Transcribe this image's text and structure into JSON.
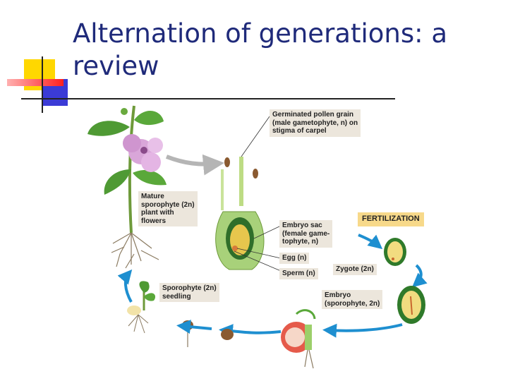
{
  "title": {
    "line1": "Alternation of generations: a",
    "line2": "review"
  },
  "labels": {
    "pollen": [
      "Germinated pollen grain",
      "(male gametophyte, n) on",
      "stigma of carpel"
    ],
    "mature": [
      "Mature",
      "sporophyte (2n)",
      "plant with",
      "flowers"
    ],
    "embryo_sac": [
      "Embryo sac",
      "(female game-",
      "tophyte, n)"
    ],
    "egg": "Egg (n)",
    "sperm": "Sperm (n)",
    "fertilization": "FERTILIZATION",
    "zygote": "Zygote (2n)",
    "embryo": [
      "Embryo",
      "(sporophyte, 2n)"
    ],
    "seedling": [
      "Sporophyte (2n)",
      "seedling"
    ]
  },
  "colors": {
    "title": "#1f2a7a",
    "accent_yellow": "#ffd700",
    "accent_red": "#ff3333",
    "accent_blue": "#3333cc",
    "label_box": "#ece6dc",
    "fertilization_box": "#f7d98a",
    "cycle_arrow_blue": "#1e8fd0",
    "cycle_arrow_gray": "#b5b5b5"
  }
}
